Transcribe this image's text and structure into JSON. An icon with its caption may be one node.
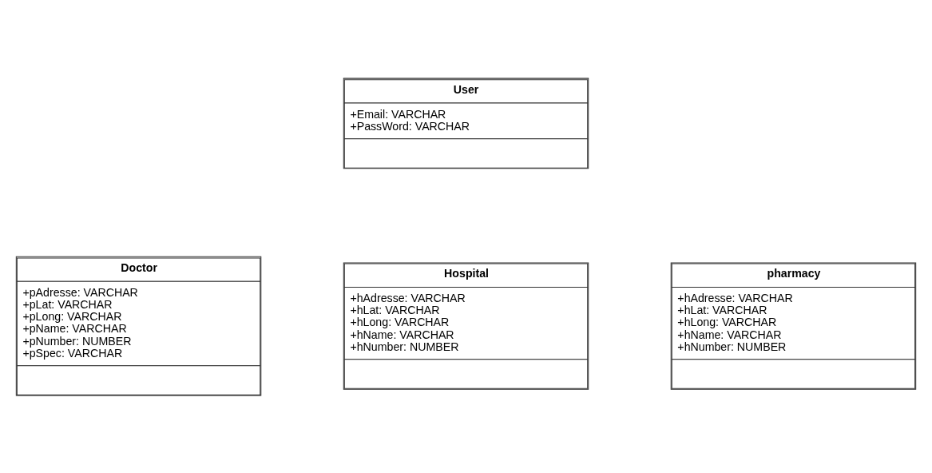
{
  "diagram": {
    "nodes": [
      {
        "text": [
          "User",
          "+Email: VARCHAR",
          "+PassWord: VARCHAR"
        ]
      },
      {
        "text": [
          "Doctor",
          "+pAdresse: VARCHAR",
          "+pLat: VARCHAR",
          "+pLong: VARCHAR",
          "+pName: VARCHAR",
          "+pNumber: NUMBER",
          "+pSpec: VARCHAR"
        ]
      },
      {
        "text": [
          "Hospital",
          "+hAdresse: VARCHAR",
          "+hLat: VARCHAR",
          "+hLong: VARCHAR",
          "+hName: VARCHAR",
          "+hNumber: NUMBER"
        ]
      },
      {
        "text": [
          "pharmacy",
          "+hAdresse: VARCHAR",
          "+hLat: VARCHAR",
          "+hLong: VARCHAR",
          "+hName: VARCHAR",
          "+hNumber: NUMBER"
        ]
      }
    ]
  }
}
